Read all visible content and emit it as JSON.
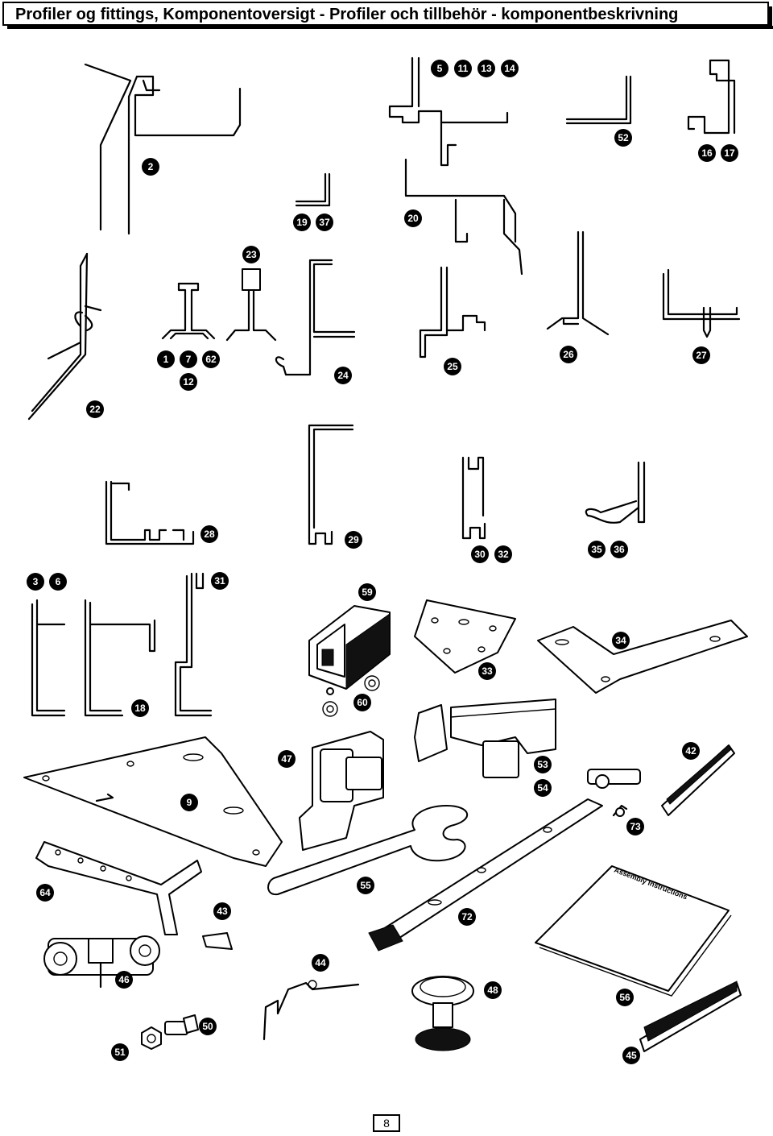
{
  "document": {
    "title": "Profiler og fittings, Komponentoversigt - Profiler och tillbehör - komponentbeskrivning",
    "page_number": "8"
  },
  "labels": [
    "5",
    "11",
    "13",
    "14",
    "52",
    "16",
    "17",
    "2",
    "19",
    "37",
    "20",
    "23",
    "1",
    "7",
    "62",
    "12",
    "24",
    "25",
    "26",
    "27",
    "22",
    "28",
    "29",
    "30",
    "32",
    "35",
    "36",
    "3",
    "6",
    "31",
    "59",
    "33",
    "34",
    "18",
    "60",
    "47",
    "53",
    "54",
    "42",
    "9",
    "73",
    "64",
    "55",
    "43",
    "72",
    "46",
    "44",
    "48",
    "56",
    "50",
    "51",
    "45"
  ],
  "booklet_text": "Assembly Instructions"
}
